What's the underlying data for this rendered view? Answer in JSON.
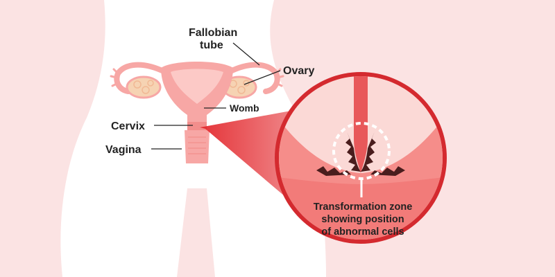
{
  "labels": {
    "fallopian_line1": "Fallobian",
    "fallopian_line2": "tube",
    "ovary": "Ovary",
    "womb": "Womb",
    "cervix": "Cervix",
    "vagina": "Vagina",
    "zone_line1": "Transformation zone",
    "zone_line2": "showing position",
    "zone_line3": "of abnormal cells"
  },
  "colors": {
    "background": "#fbe3e3",
    "body_silhouette": "#ffffff",
    "organ_fill": "#f7a7a5",
    "organ_light": "#fcc9c6",
    "ovary_fill": "#f6d3b3",
    "magnifier_ring": "#d42a2f",
    "abnormal_cells": "#4a1d1d",
    "dashed_circle": "#ffffff"
  }
}
